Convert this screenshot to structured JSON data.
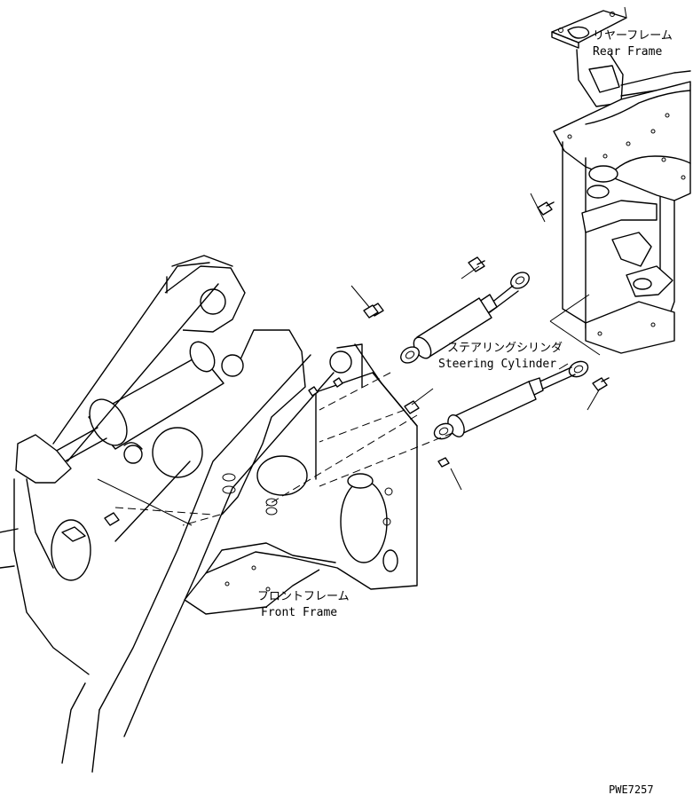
{
  "labels": {
    "rear_frame_jp": "リヤーフレーム",
    "rear_frame_en": "Rear Frame",
    "steering_cylinder_jp": "ステアリングシリンダ",
    "steering_cylinder_en": "Steering Cylinder",
    "front_frame_jp": "フロントフレーム",
    "front_frame_en": "Front Frame"
  },
  "figure_code": "PWE7257"
}
